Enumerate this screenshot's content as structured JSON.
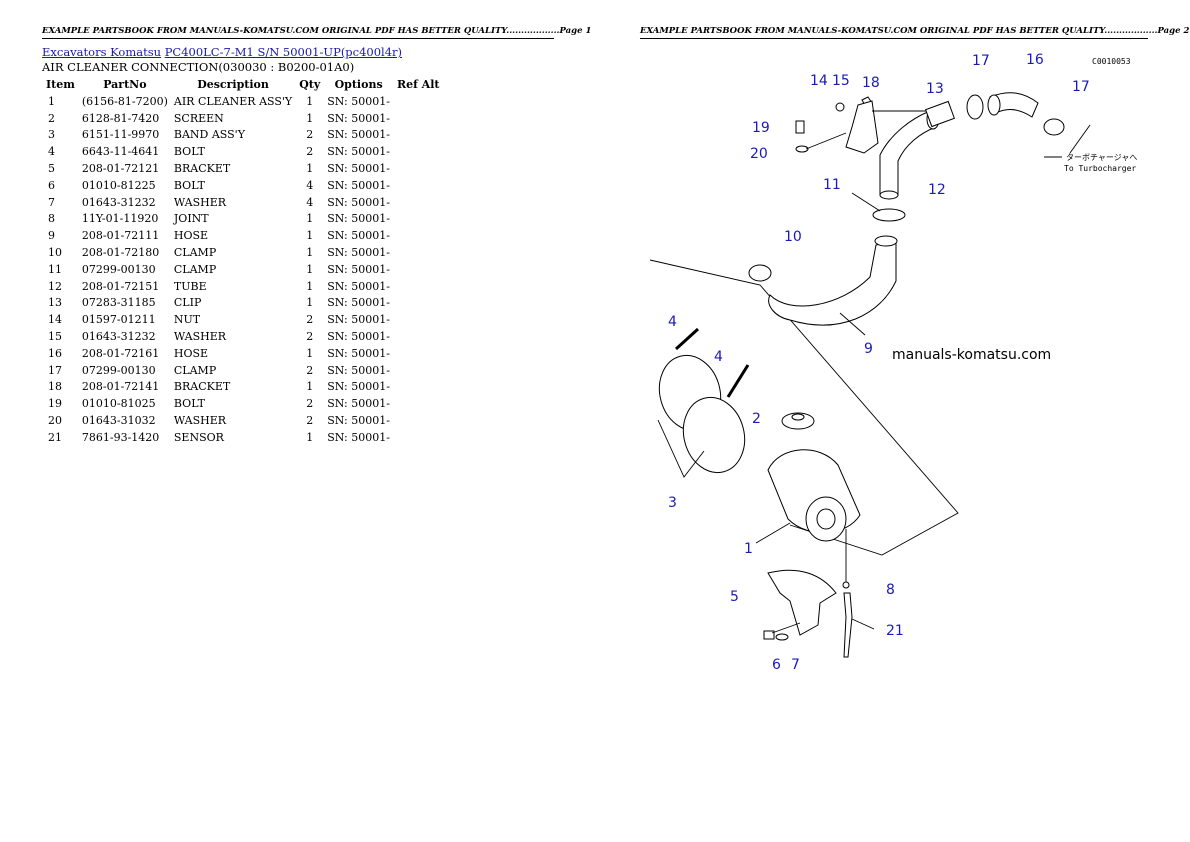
{
  "header": {
    "page1": "EXAMPLE PARTSBOOK FROM MANUALS-KOMATSU.COM ORIGINAL PDF HAS BETTER QUALITY..................Page 1",
    "page2": "EXAMPLE PARTSBOOK FROM MANUALS-KOMATSU.COM ORIGINAL PDF HAS BETTER QUALITY..................Page 2"
  },
  "breadcrumb": {
    "category": "Excavators Komatsu",
    "model": "PC400LC-7-M1 S/N 50001-UP(pc400l4r)"
  },
  "section_title": "AIR CLEANER CONNECTION(030030 : B0200-01A0)",
  "table": {
    "headers": [
      "Item",
      "PartNo",
      "Description",
      "Qty",
      "Options",
      "Ref Alt"
    ],
    "rows": [
      [
        "1",
        "(6156-81-7200)",
        "AIR CLEANER ASS'Y",
        "1",
        "SN: 50001-",
        ""
      ],
      [
        "2",
        "6128-81-7420",
        "SCREEN",
        "1",
        "SN: 50001-",
        ""
      ],
      [
        "3",
        "6151-11-9970",
        "BAND ASS'Y",
        "2",
        "SN: 50001-",
        ""
      ],
      [
        "4",
        "6643-11-4641",
        "BOLT",
        "2",
        "SN: 50001-",
        ""
      ],
      [
        "5",
        "208-01-72121",
        "BRACKET",
        "1",
        "SN: 50001-",
        ""
      ],
      [
        "6",
        "01010-81225",
        "BOLT",
        "4",
        "SN: 50001-",
        ""
      ],
      [
        "7",
        "01643-31232",
        "WASHER",
        "4",
        "SN: 50001-",
        ""
      ],
      [
        "8",
        "11Y-01-11920",
        "JOINT",
        "1",
        "SN: 50001-",
        ""
      ],
      [
        "9",
        "208-01-72111",
        "HOSE",
        "1",
        "SN: 50001-",
        ""
      ],
      [
        "10",
        "208-01-72180",
        "CLAMP",
        "1",
        "SN: 50001-",
        ""
      ],
      [
        "11",
        "07299-00130",
        "CLAMP",
        "1",
        "SN: 50001-",
        ""
      ],
      [
        "12",
        "208-01-72151",
        "TUBE",
        "1",
        "SN: 50001-",
        ""
      ],
      [
        "13",
        "07283-31185",
        "CLIP",
        "1",
        "SN: 50001-",
        ""
      ],
      [
        "14",
        "01597-01211",
        "NUT",
        "2",
        "SN: 50001-",
        ""
      ],
      [
        "15",
        "01643-31232",
        "WASHER",
        "2",
        "SN: 50001-",
        ""
      ],
      [
        "16",
        "208-01-72161",
        "HOSE",
        "1",
        "SN: 50001-",
        ""
      ],
      [
        "17",
        "07299-00130",
        "CLAMP",
        "2",
        "SN: 50001-",
        ""
      ],
      [
        "18",
        "208-01-72141",
        "BRACKET",
        "1",
        "SN: 50001-",
        ""
      ],
      [
        "19",
        "01010-81025",
        "BOLT",
        "2",
        "SN: 50001-",
        ""
      ],
      [
        "20",
        "01643-31032",
        "WASHER",
        "2",
        "SN: 50001-",
        ""
      ],
      [
        "21",
        "7861-93-1420",
        "SENSOR",
        "1",
        "SN: 50001-",
        ""
      ]
    ]
  },
  "diagram": {
    "figure_code": "C0010053",
    "watermark": "manuals-komatsu.com",
    "turbo_note_jp": "ターボチャージャへ",
    "turbo_note_en": "To Turbocharger",
    "callouts": [
      "14",
      "15",
      "18",
      "13",
      "17",
      "16",
      "17",
      "19",
      "20",
      "11",
      "12",
      "10",
      "9",
      "4",
      "4",
      "2",
      "3",
      "1",
      "5",
      "8",
      "6",
      "7",
      "21"
    ]
  }
}
